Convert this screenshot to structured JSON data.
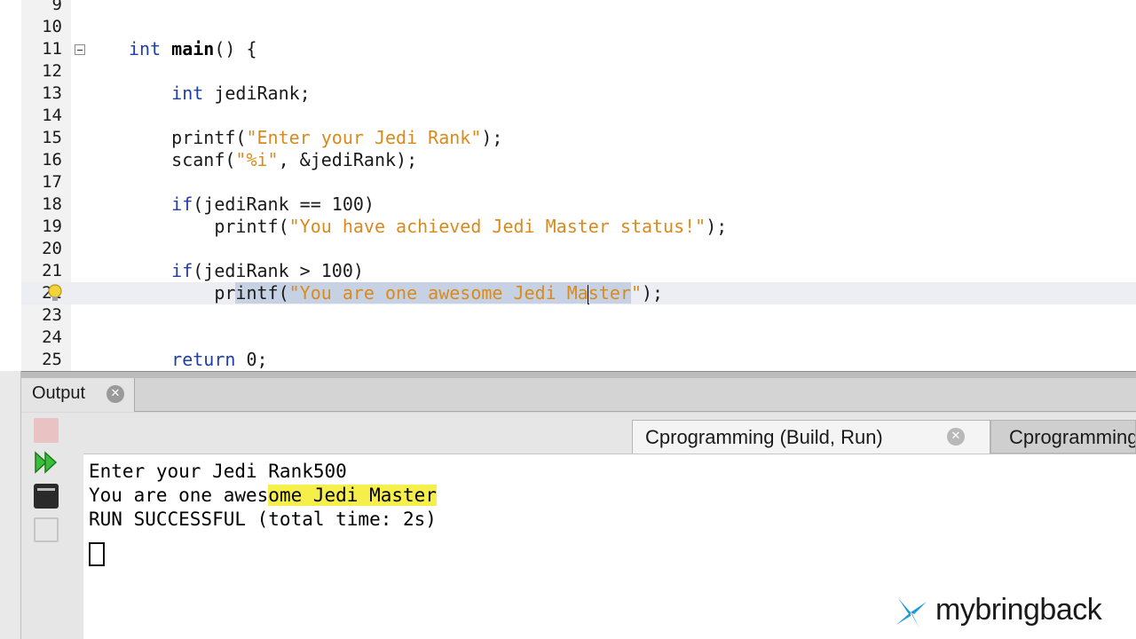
{
  "editor": {
    "lines": [
      {
        "num": "9",
        "parts": []
      },
      {
        "num": "10",
        "parts": []
      },
      {
        "num": "11",
        "parts": [
          {
            "t": "int",
            "c": "kw"
          },
          {
            "t": " "
          },
          {
            "t": "main",
            "c": "fn"
          },
          {
            "t": "() {"
          }
        ]
      },
      {
        "num": "12",
        "parts": []
      },
      {
        "num": "13",
        "parts": [
          {
            "t": "    "
          },
          {
            "t": "int",
            "c": "kw"
          },
          {
            "t": " jediRank;"
          }
        ]
      },
      {
        "num": "14",
        "parts": []
      },
      {
        "num": "15",
        "parts": [
          {
            "t": "    printf("
          },
          {
            "t": "\"Enter your Jedi Rank\"",
            "c": "str"
          },
          {
            "t": ");"
          }
        ]
      },
      {
        "num": "16",
        "parts": [
          {
            "t": "    scanf("
          },
          {
            "t": "\"%i\"",
            "c": "str"
          },
          {
            "t": ", &jediRank);"
          }
        ]
      },
      {
        "num": "17",
        "parts": []
      },
      {
        "num": "18",
        "parts": [
          {
            "t": "    if",
            "c": "kw"
          },
          {
            "t": "(jediRank == 100)"
          }
        ]
      },
      {
        "num": "19",
        "parts": [
          {
            "t": "        printf("
          },
          {
            "t": "\"You have achieved Jedi Master status!\"",
            "c": "str"
          },
          {
            "t": ");"
          }
        ]
      },
      {
        "num": "20",
        "parts": []
      },
      {
        "num": "21",
        "parts": [
          {
            "t": "    if",
            "c": "kw"
          },
          {
            "t": "(jediRank > 100)"
          }
        ]
      },
      {
        "num": "22",
        "parts": [
          {
            "t": "        pr"
          },
          {
            "t": "intf(",
            "c": "sel"
          },
          {
            "t": "\"You are one awesome Jedi Ma",
            "c": "str sel"
          },
          {
            "t": "",
            "c": "caret"
          },
          {
            "t": "ster",
            "c": "str sel"
          },
          {
            "t": "\"",
            "c": "str"
          },
          {
            "t": ");"
          }
        ]
      },
      {
        "num": "23",
        "parts": []
      },
      {
        "num": "24",
        "parts": []
      },
      {
        "num": "25",
        "parts": [
          {
            "t": "    "
          },
          {
            "t": "return",
            "c": "kw"
          },
          {
            "t": " 0;"
          }
        ]
      }
    ]
  },
  "output": {
    "tab_label": "Output",
    "run_tabs": [
      "Cprogramming (Build, Run)",
      "Cprogramming (Run)"
    ],
    "console_lines": [
      {
        "parts": [
          {
            "t": "Enter your Jedi Rank500"
          }
        ]
      },
      {
        "parts": [
          {
            "t": "You are one awes"
          },
          {
            "t": "ome Jedi Master",
            "c": "hl"
          }
        ]
      },
      {
        "parts": [
          {
            "t": "RUN SUCCESSFUL (total time: 2s)"
          }
        ]
      }
    ]
  },
  "toolbar": {
    "icons": [
      "stop-icon",
      "rerun-icon",
      "console-icon",
      "clear-icon"
    ]
  },
  "watermark": {
    "text": "mybringback",
    "color": "#1a9ad6"
  }
}
